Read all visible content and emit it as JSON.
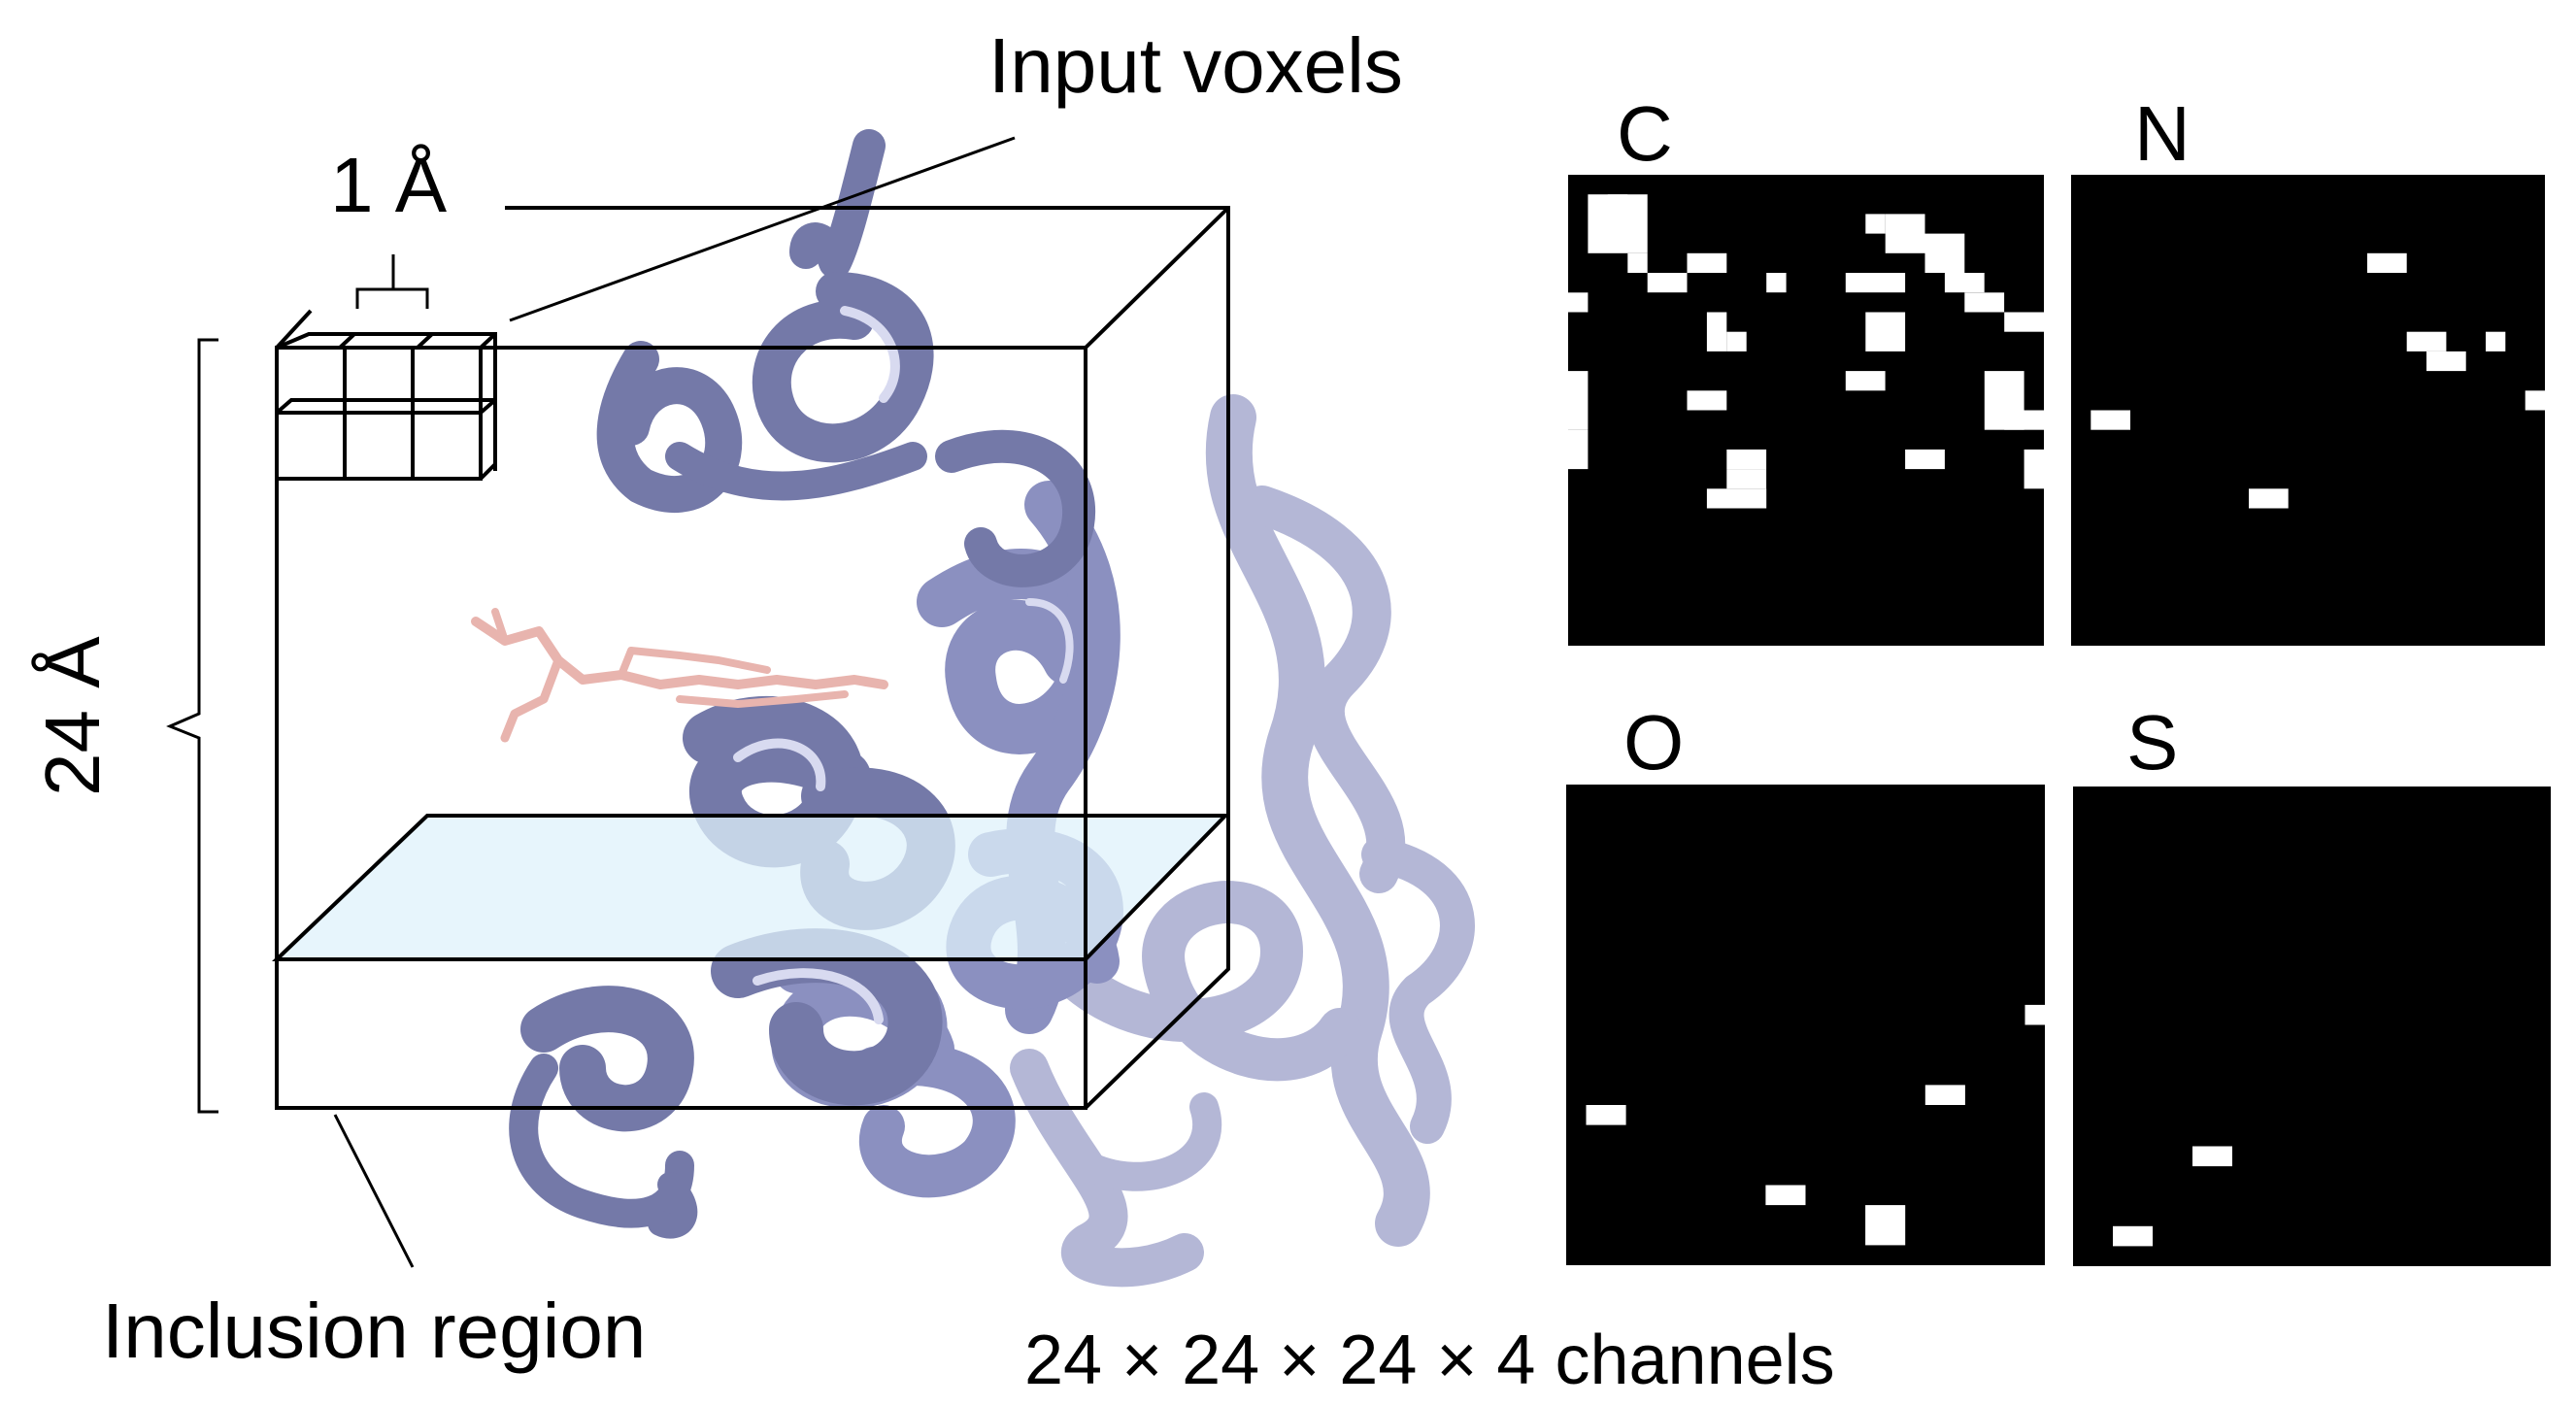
{
  "labels": {
    "input_voxels": "Input voxels",
    "voxel_size": "1 Å",
    "box_size": "24 Å",
    "inclusion_region": "Inclusion region",
    "dimensions": "24 × 24 × 24 × 4 channels"
  },
  "channels": [
    {
      "name": "C",
      "pixels": [
        [
          1,
          1,
          3,
          3
        ],
        [
          2,
          1,
          1,
          1
        ],
        [
          0,
          6,
          1,
          1
        ],
        [
          3,
          4,
          1,
          1
        ],
        [
          4,
          5,
          2,
          1
        ],
        [
          6,
          4,
          2,
          1
        ],
        [
          7,
          7,
          1,
          2
        ],
        [
          8,
          8,
          1,
          1
        ],
        [
          6,
          11,
          2,
          1
        ],
        [
          10,
          5,
          1,
          1
        ],
        [
          14,
          10,
          2,
          1
        ],
        [
          16,
          2,
          2,
          2
        ],
        [
          15,
          2,
          1,
          1
        ],
        [
          18,
          3,
          2,
          2
        ],
        [
          14,
          5,
          3,
          1
        ],
        [
          15,
          7,
          2,
          2
        ],
        [
          19,
          5,
          2,
          1
        ],
        [
          20,
          6,
          2,
          1
        ],
        [
          22,
          7,
          2,
          1
        ],
        [
          21,
          10,
          2,
          3
        ],
        [
          22,
          12,
          2,
          1
        ],
        [
          0,
          10,
          1,
          3
        ],
        [
          0,
          13,
          1,
          2
        ],
        [
          8,
          14,
          2,
          1
        ],
        [
          17,
          14,
          2,
          1
        ],
        [
          8,
          15,
          2,
          1
        ],
        [
          7,
          16,
          3,
          1
        ],
        [
          23,
          14,
          1,
          2
        ]
      ]
    },
    {
      "name": "N",
      "pixels": [
        [
          15,
          4,
          2,
          1
        ],
        [
          17,
          8,
          2,
          1
        ],
        [
          18,
          9,
          2,
          1
        ],
        [
          21,
          8,
          1,
          1
        ],
        [
          1,
          12,
          2,
          1
        ],
        [
          9,
          16,
          2,
          1
        ],
        [
          23,
          11,
          1,
          1
        ]
      ]
    },
    {
      "name": "O",
      "pixels": [
        [
          1,
          16,
          2,
          1
        ],
        [
          18,
          15,
          2,
          1
        ],
        [
          10,
          20,
          2,
          1
        ],
        [
          15,
          21,
          2,
          2
        ],
        [
          23,
          11,
          1,
          1
        ]
      ]
    },
    {
      "name": "S",
      "pixels": [
        [
          6,
          18,
          2,
          1
        ],
        [
          2,
          22,
          2,
          1
        ]
      ]
    }
  ]
}
